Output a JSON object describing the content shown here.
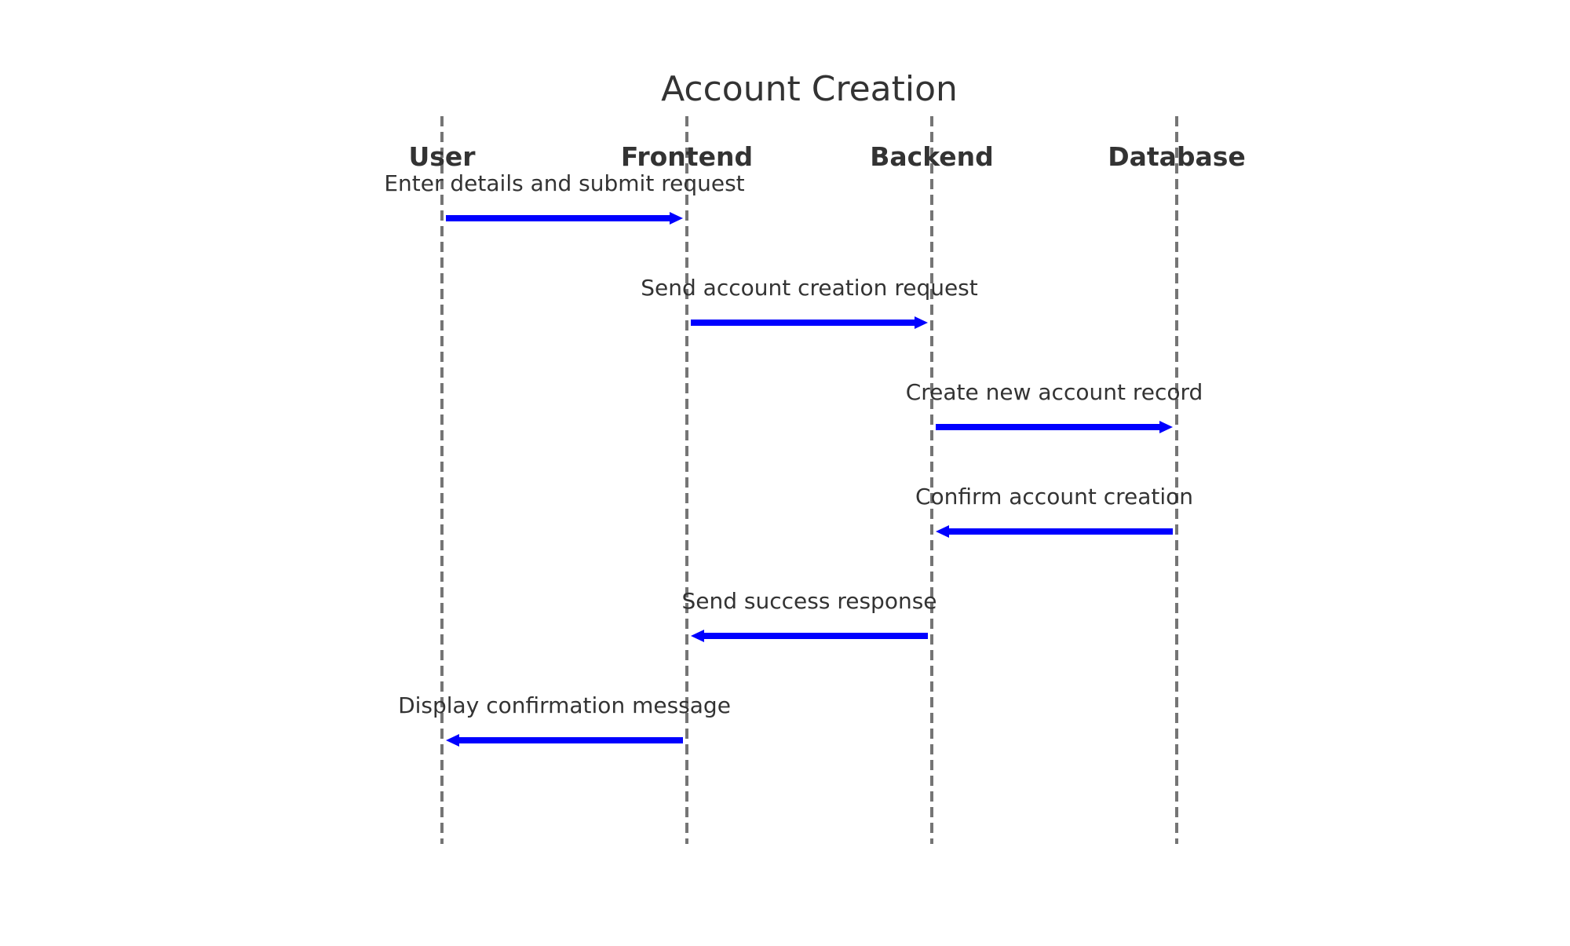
{
  "diagram": {
    "type": "sequence",
    "title": "Account Creation",
    "colors": {
      "arrow": "#0000ff",
      "lifeline": "#757575",
      "text": "#333333",
      "background": "#ffffff"
    },
    "participants": [
      "User",
      "Frontend",
      "Backend",
      "Database"
    ],
    "messages": [
      {
        "from": "User",
        "to": "Frontend",
        "label": "Enter details and submit request"
      },
      {
        "from": "Frontend",
        "to": "Backend",
        "label": "Send account creation request"
      },
      {
        "from": "Backend",
        "to": "Database",
        "label": "Create new account record"
      },
      {
        "from": "Database",
        "to": "Backend",
        "label": "Confirm account creation"
      },
      {
        "from": "Backend",
        "to": "Frontend",
        "label": "Send success response"
      },
      {
        "from": "Frontend",
        "to": "User",
        "label": "Display confirmation message"
      }
    ]
  }
}
